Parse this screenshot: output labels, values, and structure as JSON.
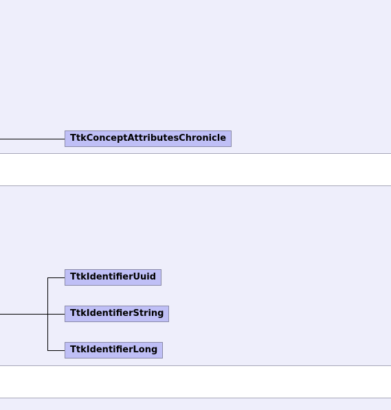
{
  "nodes": {
    "concept_attributes_chronicle": "TtkConceptAttributesChronicle",
    "identifier_uuid": "TtkIdentifierUuid",
    "identifier_string": "TtkIdentifierString",
    "identifier_long": "TtkIdentifierLong"
  },
  "colors": {
    "band_background": "#eeeefb",
    "node_fill": "#bfbff6",
    "node_border": "#8a8aa8",
    "separator": "#a6a6b8"
  }
}
